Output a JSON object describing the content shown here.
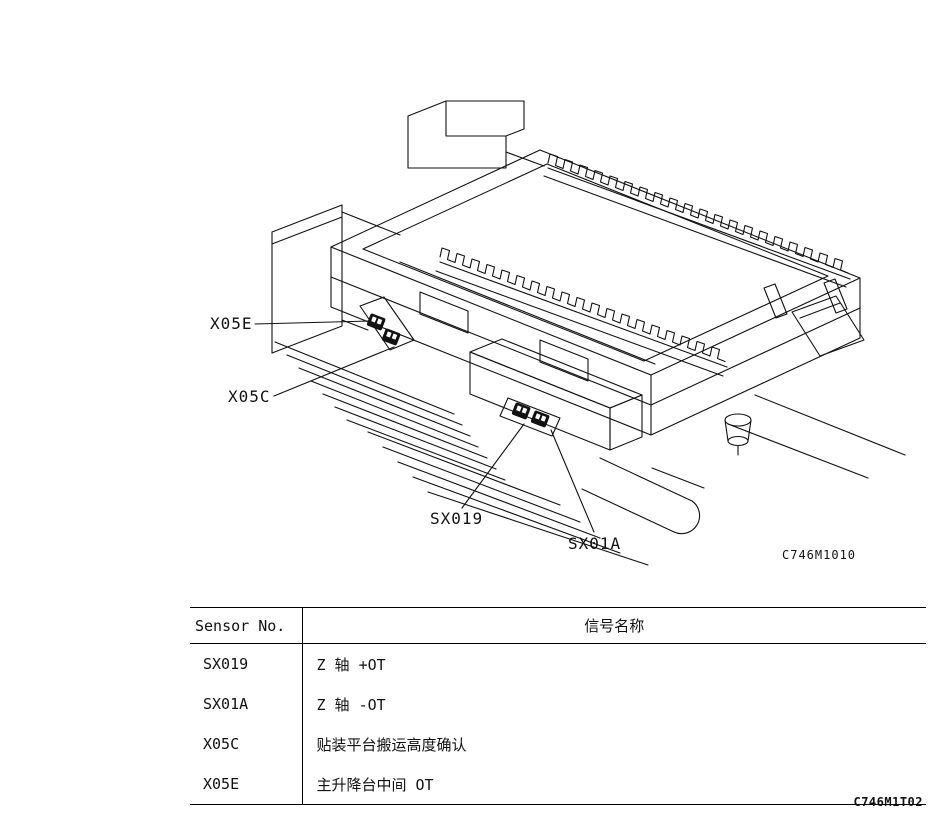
{
  "figure": {
    "labels": {
      "x05e": "X05E",
      "x05c": "X05C",
      "sx019": "SX019",
      "sx01a": "SX01A"
    },
    "code": "C746M1010"
  },
  "table": {
    "headers": {
      "sensor_no": "Sensor No.",
      "signal_name": "信号名称"
    },
    "rows": [
      {
        "sensor": "SX019",
        "name": "Z 轴 +OT"
      },
      {
        "sensor": "SX01A",
        "name": "Z 轴 -OT"
      },
      {
        "sensor": "X05C",
        "name": "贴装平台搬运高度确认"
      },
      {
        "sensor": "X05E",
        "name": "主升降台中间 OT"
      }
    ]
  },
  "page": {
    "code": "C746M1T02"
  },
  "colors": {
    "ink": "#111111",
    "background": "#ffffff"
  }
}
